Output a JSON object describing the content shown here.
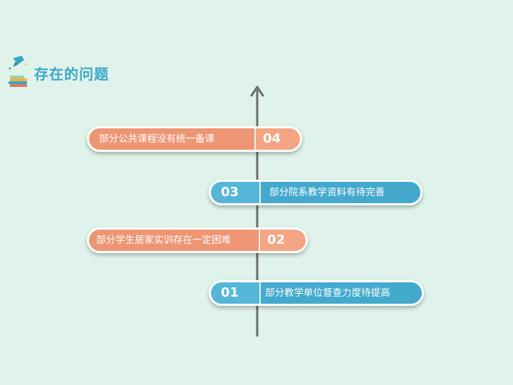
{
  "header": {
    "title": "存在的问题"
  },
  "timeline": {
    "items": [
      {
        "number": "04",
        "text": "部分公共课程没有统一备课",
        "side": "left",
        "color": "#ee9574"
      },
      {
        "number": "03",
        "text": "部分院系教学资料有待完善",
        "side": "right",
        "color": "#43a9cd"
      },
      {
        "number": "02",
        "text": "部分学生居家实训存在一定困难",
        "side": "left",
        "color": "#ee9574"
      },
      {
        "number": "01",
        "text": "部分教学单位督查力度待提高",
        "side": "right",
        "color": "#43a9cd"
      }
    ]
  },
  "colors": {
    "background": "#dff3eb",
    "title": "#3aa7c8",
    "orange": "#ee9574",
    "blue": "#43a9cd",
    "axis": "#666666"
  },
  "icons": {
    "title_icon": "books-bird-icon"
  }
}
